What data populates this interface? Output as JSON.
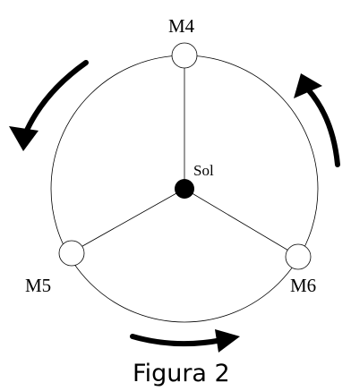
{
  "diagram": {
    "sun_label": "Sol",
    "planets": [
      {
        "id": "m4",
        "label": "M4"
      },
      {
        "id": "m5",
        "label": "M5"
      },
      {
        "id": "m6",
        "label": "M6"
      }
    ],
    "rotation": "counterclockwise",
    "caption": "Figura 2",
    "colors": {
      "line": "#000000",
      "background": "#ffffff"
    }
  }
}
